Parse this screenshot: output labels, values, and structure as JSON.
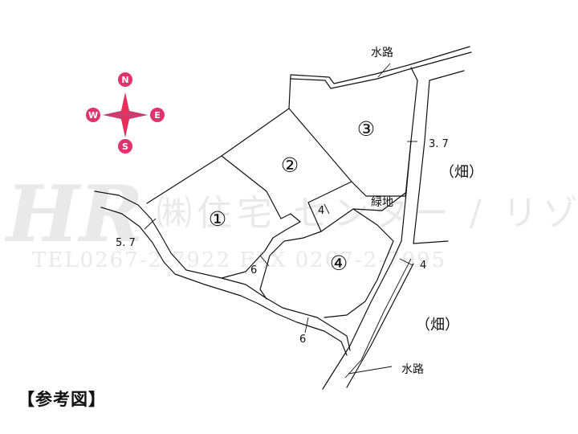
{
  "caption": "【参考図】",
  "compass": {
    "north": "N",
    "east": "E",
    "south": "S",
    "west": "W",
    "accent": "#e0336e",
    "star_red": "#e8305a",
    "star_blue": "#3d7fd6"
  },
  "lots": {
    "lot1": "①",
    "lot2": "②",
    "lot3": "③",
    "lot4": "④"
  },
  "labels": {
    "waterway_top": "水路",
    "waterway_bottom": "水路",
    "green_area": "緑地",
    "field_upper": "（畑）",
    "field_lower": "（畑）"
  },
  "dimensions": {
    "road_west": "5. 7",
    "road_east": "3. 7",
    "road_south": "6",
    "access_inner": "6",
    "access_lot3": "4",
    "access_lot4": "4"
  },
  "watermark": {
    "brand": "HR",
    "company": "㈱住宅 センター / リゾート",
    "phone": "TEL0267-2-7922 FAX 0267-2-7095"
  }
}
